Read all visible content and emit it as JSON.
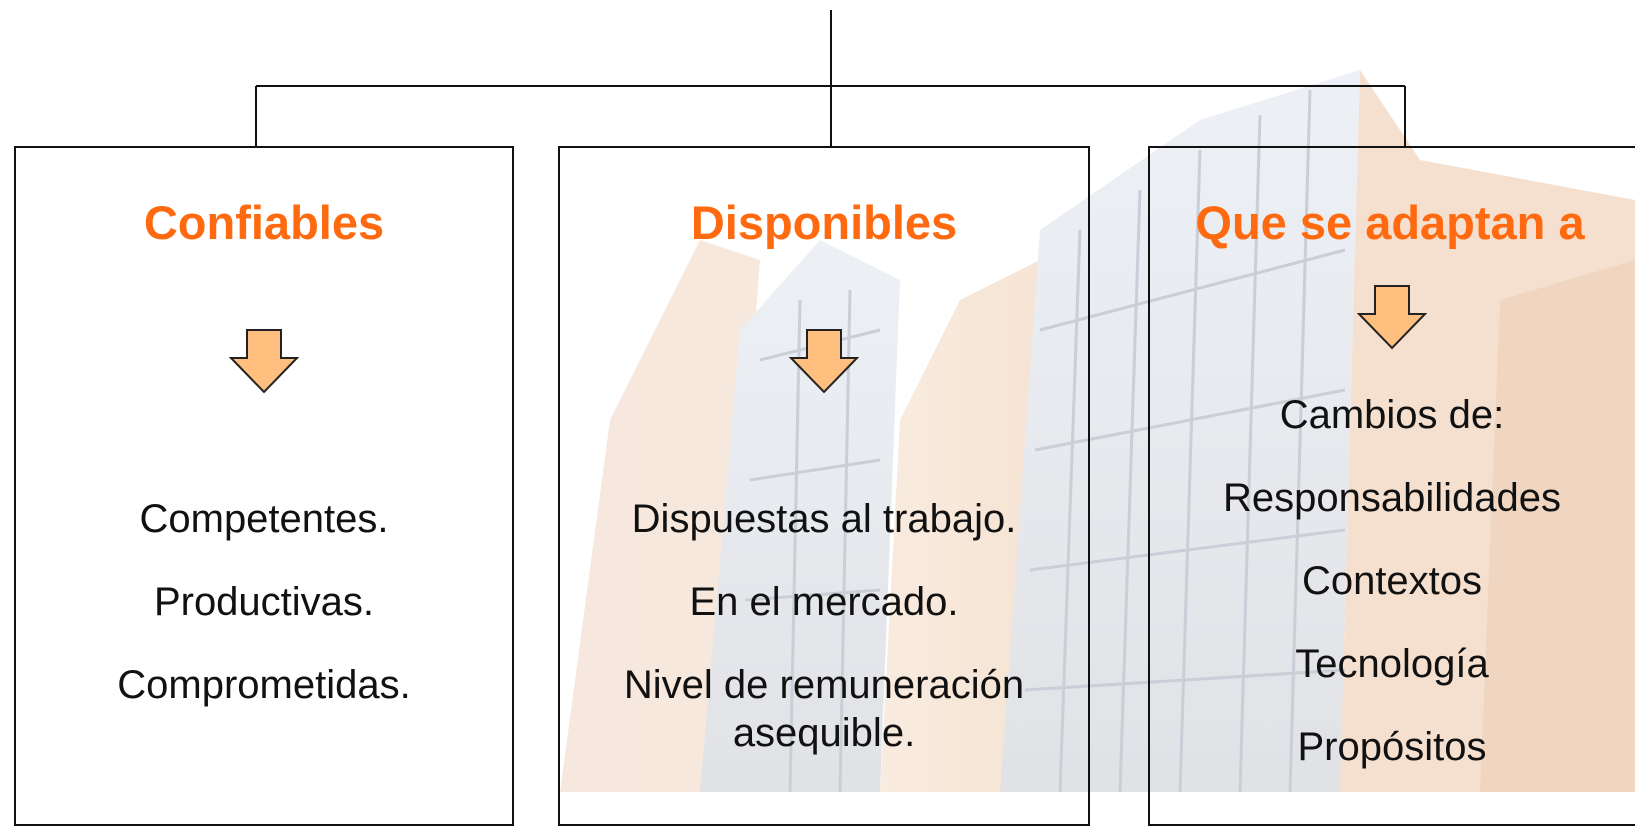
{
  "colors": {
    "title": "#ff6a10",
    "arrow_fill": "#ffbf7e",
    "arrow_stroke": "#222222",
    "line": "#111111",
    "text": "#111111"
  },
  "columns": [
    {
      "title": "Confiables",
      "icon": "arrow-down-icon",
      "items": [
        "Competentes.",
        "Productivas.",
        "Comprometidas."
      ]
    },
    {
      "title": "Disponibles",
      "icon": "arrow-down-icon",
      "items": [
        "Dispuestas al trabajo.",
        "En el mercado.",
        "Nivel de remuneración asequible."
      ]
    },
    {
      "title": "Que se adaptan a",
      "icon": "arrow-down-icon",
      "items": [
        "Cambios de:",
        "Responsabilidades",
        "Contextos",
        "Tecnología",
        "Propósitos"
      ]
    }
  ]
}
